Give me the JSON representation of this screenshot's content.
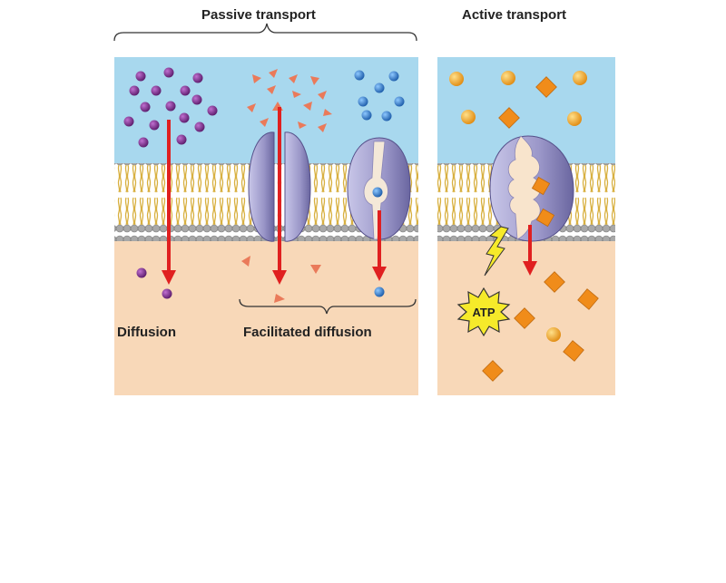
{
  "titles": {
    "passive": "Passive transport",
    "active": "Active transport"
  },
  "labels": {
    "diffusion": "Diffusion",
    "facilitated": "Facilitated diffusion",
    "atp": "ATP"
  },
  "colors": {
    "extracellular": "#a8d8ee",
    "cytoplasm": "#f8d8b8",
    "arrow": "#e02020",
    "protein": "#9a96c8",
    "purple_molecule": "#7a2c8a",
    "blue_molecule": "#2a7ac8",
    "salmon_triangle": "#ea7a5a",
    "orange_sphere": "#f5a623",
    "orange_diamond": "#f08c1a",
    "atp_star": "#f6ea2a"
  }
}
